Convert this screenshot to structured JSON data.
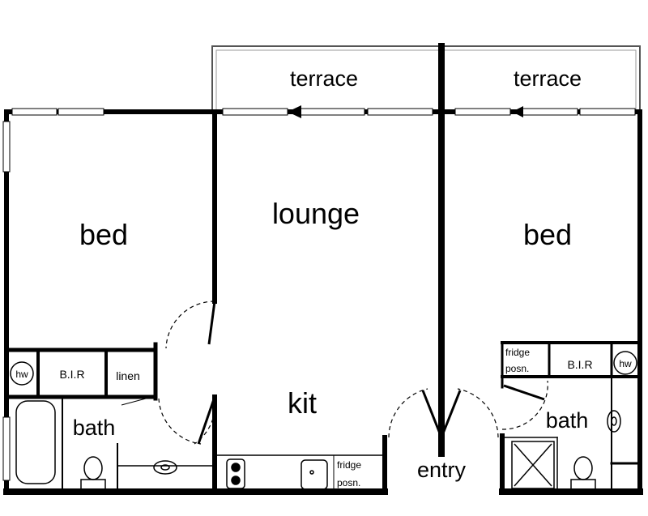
{
  "rooms": {
    "terrace_left": "terrace",
    "terrace_right": "terrace",
    "bed_left": "bed",
    "lounge": "lounge",
    "bed_right": "bed",
    "kit": "kit",
    "entry": "entry",
    "bath_left": "bath",
    "bath_right": "bath",
    "bir_left": "B.I.R",
    "bir_right": "B.I.R",
    "linen": "linen",
    "hw_left": "hw",
    "hw_right": "hw",
    "fridge_kit_1": "fridge",
    "fridge_kit_2": "posn.",
    "fridge_right_1": "fridge",
    "fridge_right_2": "posn."
  },
  "colors": {
    "wall": "#000000",
    "background": "#ffffff"
  }
}
